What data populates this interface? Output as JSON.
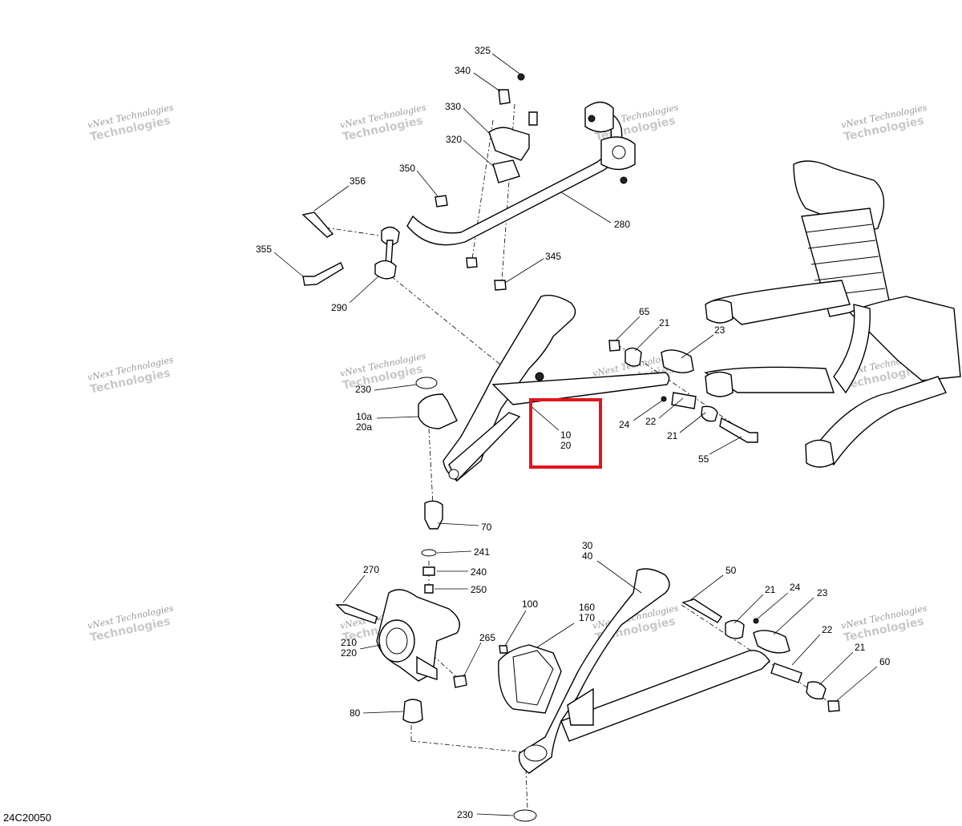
{
  "drawing_id": "24C20050",
  "watermark": {
    "line1": "vNext Technologies",
    "line2": "Technologies"
  },
  "highlight_color": "#e3141b",
  "callouts": {
    "c325": "325",
    "c340": "340",
    "c330": "330",
    "c320": "320",
    "c350": "350",
    "c356": "356",
    "c355": "355",
    "c290": "290",
    "c280": "280",
    "c345": "345",
    "c65": "65",
    "c21a": "21",
    "c23a": "23",
    "c24a": "24",
    "c22a": "22",
    "c21b": "21",
    "c55": "55",
    "c230a": "230",
    "c10a": "10a",
    "c20a": "20a",
    "c10": "10",
    "c20": "20",
    "c70": "70",
    "c241": "241",
    "c240": "240",
    "c250": "250",
    "c270": "270",
    "c210": "210",
    "c220": "220",
    "c265": "265",
    "c80": "80",
    "c100": "100",
    "c160": "160",
    "c170": "170",
    "c30": "30",
    "c40": "40",
    "c50": "50",
    "c21c": "21",
    "c24b": "24",
    "c23b": "23",
    "c22b": "22",
    "c21d": "21",
    "c60": "60",
    "c230b": "230"
  }
}
